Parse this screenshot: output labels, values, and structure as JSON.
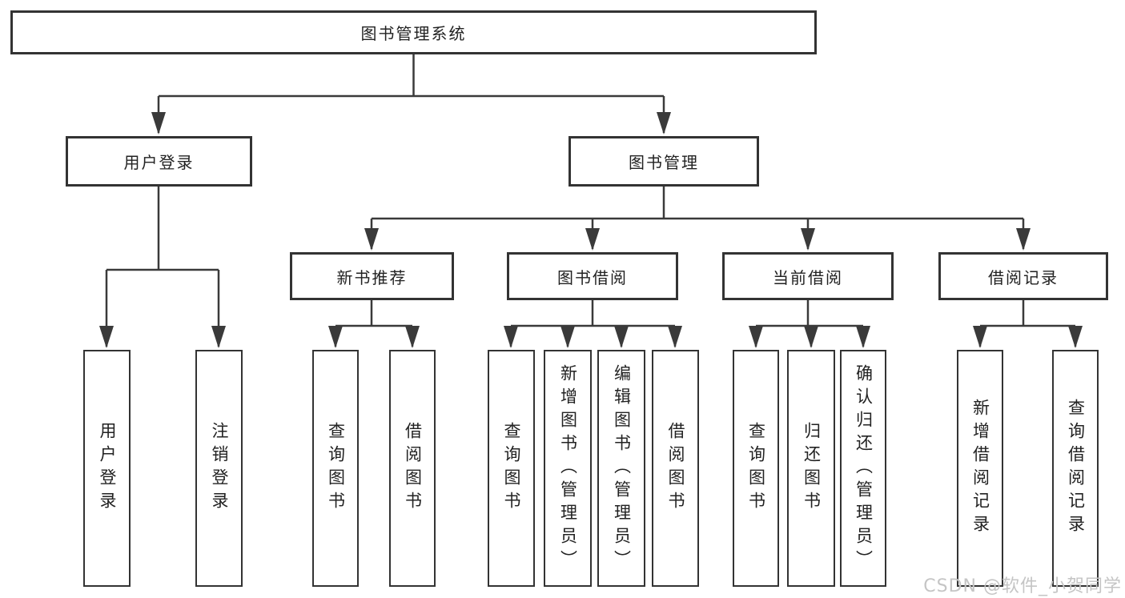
{
  "diagram": {
    "title": "library-management-system-function-tree",
    "root": {
      "label": "图书管理系统"
    },
    "branches": [
      {
        "label": "用户登录",
        "children": [
          {
            "label": "用户登录"
          },
          {
            "label": "注销登录"
          }
        ]
      },
      {
        "label": "图书管理",
        "children": [
          {
            "label": "新书推荐",
            "children": [
              {
                "label": "查询图书"
              },
              {
                "label": "借阅图书"
              }
            ]
          },
          {
            "label": "图书借阅",
            "children": [
              {
                "label": "查询图书"
              },
              {
                "label": "新增图书（管理员）"
              },
              {
                "label": "编辑图书（管理员）"
              },
              {
                "label": "借阅图书"
              }
            ]
          },
          {
            "label": "当前借阅",
            "children": [
              {
                "label": "查询图书"
              },
              {
                "label": "归还图书"
              },
              {
                "label": "确认归还（管理员）"
              }
            ]
          },
          {
            "label": "借阅记录",
            "children": [
              {
                "label": "新增借阅记录"
              },
              {
                "label": "查询借阅记录"
              }
            ]
          }
        ]
      }
    ]
  },
  "watermark": {
    "text": "CSDN @软件_小贺同学"
  },
  "colors": {
    "background": "#ffffff",
    "line": "#3a3a3a",
    "box_border": "#333333",
    "text": "#222222",
    "watermark": "#c5c5c5"
  }
}
